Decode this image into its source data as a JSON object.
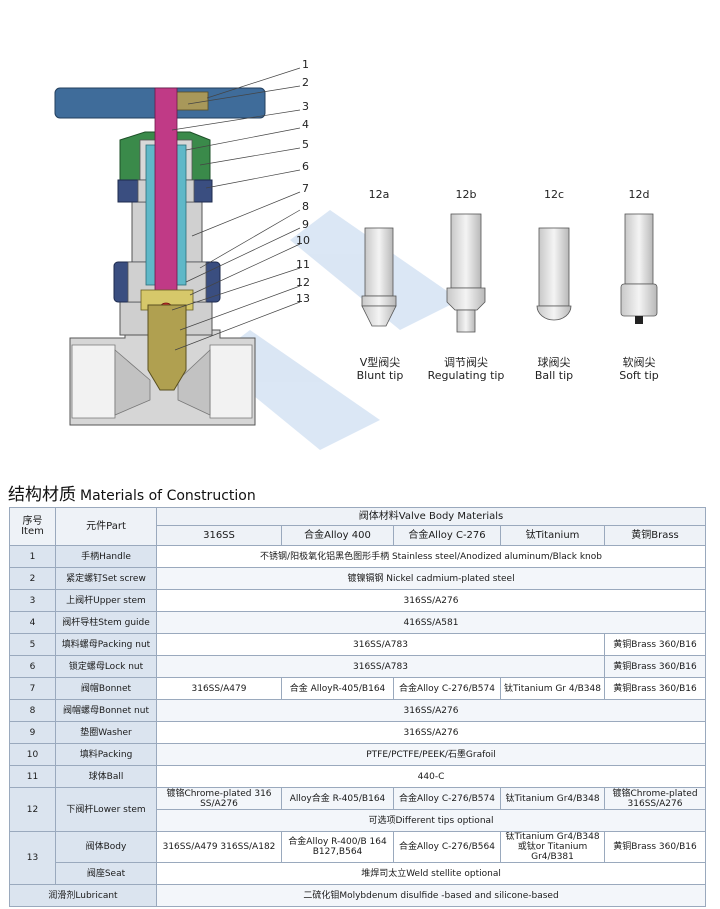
{
  "callouts": [
    "1",
    "2",
    "3",
    "4",
    "5",
    "6",
    "7",
    "8",
    "9",
    "10",
    "11",
    "12",
    "13"
  ],
  "tips": [
    {
      "code": "12a",
      "zh": "V型阀尖",
      "en": "Blunt tip"
    },
    {
      "code": "12b",
      "zh": "调节阀尖",
      "en": "Regulating tip"
    },
    {
      "code": "12c",
      "zh": "球阀尖",
      "en": "Ball tip"
    },
    {
      "code": "12d",
      "zh": "软阀尖",
      "en": "Soft tip"
    }
  ],
  "section_title_zh": "结构材质",
  "section_title_en": "Materials of Construction",
  "table": {
    "h_item_zh": "序号",
    "h_item_en": "Item",
    "h_part": "元件Part",
    "h_body": "阀体材料Valve Body Materials",
    "materials": [
      "316SS",
      "合金Alloy 400",
      "合金Alloy C-276",
      "钛Titanium",
      "黄铜Brass"
    ],
    "r1": {
      "item": "1",
      "part": "手柄Handle",
      "val": "不锈钢/阳极氧化铝黑色图形手柄 Stainless steel/Anodized aluminum/Black knob"
    },
    "r2": {
      "item": "2",
      "part": "紧定螺钉Set screw",
      "val": "镀镍镉钢 Nickel cadmium-plated steel"
    },
    "r3": {
      "item": "3",
      "part": "上阀杆Upper stem",
      "val": "316SS/A276"
    },
    "r4": {
      "item": "4",
      "part": "阀杆导柱Stem guide",
      "val": "416SS/A581"
    },
    "r5": {
      "item": "5",
      "part": "填料螺母Packing nut",
      "val": "316SS/A783",
      "brass": "黄铜Brass 360/B16"
    },
    "r6": {
      "item": "6",
      "part": "锁定螺母Lock nut",
      "val": "316SS/A783",
      "brass": "黄铜Brass 360/B16"
    },
    "r7": {
      "item": "7",
      "part": "阀帽Bonnet",
      "c1": "316SS/A479",
      "c2": "合金 AlloyR-405/B164",
      "c3": "合金Alloy C-276/B574",
      "c4": "钛Titanium  Gr 4/B348",
      "c5": "黄铜Brass 360/B16"
    },
    "r8": {
      "item": "8",
      "part": "阀帽螺母Bonnet nut",
      "val": "316SS/A276"
    },
    "r9": {
      "item": "9",
      "part": "垫圈Washer",
      "val": "316SS/A276"
    },
    "r10": {
      "item": "10",
      "part": "填料Packing",
      "val": "PTFE/PCTFE/PEEK/石墨Grafoil"
    },
    "r11": {
      "item": "11",
      "part": "球体Ball",
      "val": "440-C"
    },
    "r12": {
      "item": "12",
      "part": "下阀杆Lower stem",
      "c1": "镀铬Chrome-plated 316 SS/A276",
      "c2": "Alloy合金 R-405/B164",
      "c3": "合金Alloy C-276/B574",
      "c4": "钛Titanium Gr4/B348",
      "c5": "镀铬Chrome-plated 316SS/A276",
      "opt": "可选项Different tips optional"
    },
    "r13": {
      "item": "13",
      "part_a": "阀体Body",
      "part_b": "阀座Seat",
      "c1": "316SS/A479 316SS/A182",
      "c2": "合金Alloy R-400/B 164 B127,B564",
      "c3": "合金Alloy C-276/B564",
      "c4": "钛Titanium Gr4/B348 或钛or Titanium Gr4/B381",
      "c5": "黄铜Brass 360/B16",
      "seat": "堆焊司太立Weld stellite optional"
    },
    "r14": {
      "part": "润滑剂Lubricant",
      "val": "二硫化钼Molybdenum disulfide -based and silicone-based"
    }
  }
}
